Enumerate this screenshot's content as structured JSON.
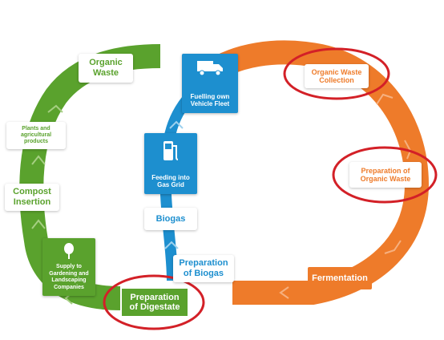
{
  "colors": {
    "green": "#5aa22d",
    "orange": "#ee7b2a",
    "blue": "#1d8fcf",
    "highlight_ring": "#d32027"
  },
  "green_cycle": {
    "organic_waste": "Organic\nWaste",
    "plants": "Plants and\nagricultural\nproducts",
    "compost": "Compost\nInsertion",
    "supply": "Supply to\nGardening and\nLandscaping\nCompanies",
    "digestate": "Preparation\nof Digestate"
  },
  "orange_cycle": {
    "collection": "Organic Waste\nCollection",
    "preparation": "Preparation of\nOrganic Waste",
    "fermentation": "Fermentation"
  },
  "blue_cycle": {
    "fleet": "Fuelling own\nVehicle Fleet",
    "gas_grid": "Feeding into\nGas Grid",
    "biogas": "Biogas",
    "prep_biogas": "Preparation\nof Biogas"
  },
  "icons": {
    "fleet": "truck-icon",
    "gas_grid": "gas-pump-icon",
    "supply": "tree-icon"
  }
}
